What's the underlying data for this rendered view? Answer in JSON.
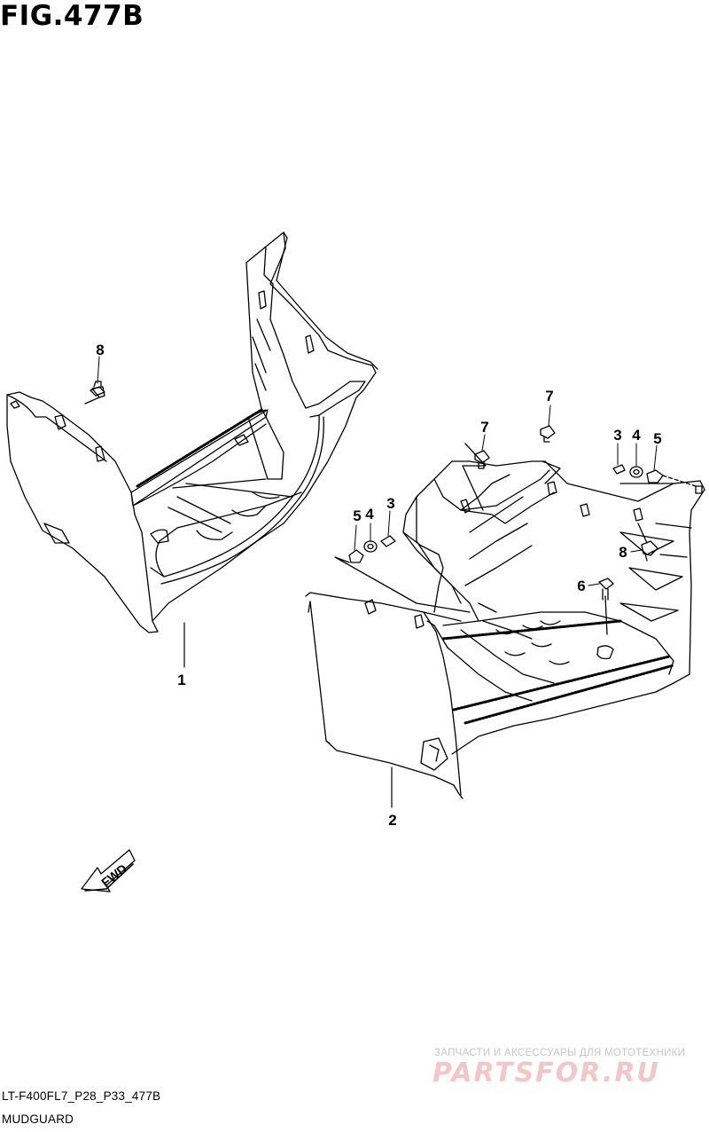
{
  "figure": {
    "title": "FIG.477B",
    "code": "LT-F400FL7_P28_P33_477B",
    "name": "MUDGUARD"
  },
  "callouts": {
    "c1": "1",
    "c2": "2",
    "c3a": "3",
    "c3b": "3",
    "c4a": "4",
    "c4b": "4",
    "c5a": "5",
    "c5b": "5",
    "c6": "6",
    "c7a": "7",
    "c7b": "7",
    "c8a": "8",
    "c8b": "8"
  },
  "fwd_label": "FWD",
  "watermark": {
    "subtitle": "ЗАПЧАСТИ И АКСЕССУАРЫ ДЛЯ МОТОТЕХНИКИ",
    "brand": "PARTSFOR.RU"
  },
  "colors": {
    "line": "#000000",
    "watermark_brand": "#f3c7c7",
    "watermark_text": "#c6c6c6"
  }
}
